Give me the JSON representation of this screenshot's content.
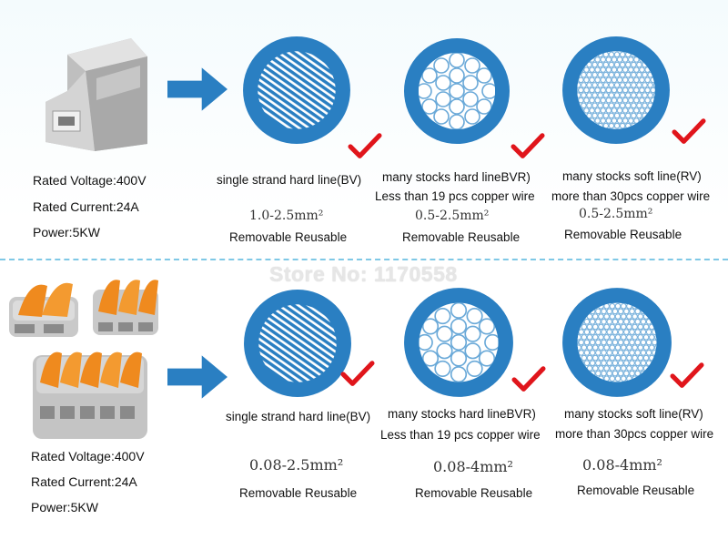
{
  "watermark": "Store No: 1170558",
  "top": {
    "specs": {
      "voltage": "Rated Voltage:400V",
      "current": "Rated Current:24A",
      "power": "Power:5KW"
    },
    "wires": [
      {
        "line1": "single strand hard line(BV)",
        "line2": "",
        "range": "1.0-2.5mm²",
        "usage": "Removable  Reusable"
      },
      {
        "line1": "many stocks hard lineBVR)",
        "line2": "Less than 19 pcs copper wire",
        "range": "0.5-2.5mm²",
        "usage": "Removable  Reusable"
      },
      {
        "line1": "many stocks soft line(RV)",
        "line2": "more than 30pcs copper wire",
        "range": "0.5-2.5mm²",
        "usage": "Removable  Reusable"
      }
    ]
  },
  "bottom": {
    "specs": {
      "voltage": "Rated Voltage:400V",
      "current": "Rated Current:24A",
      "power": "Power:5KW"
    },
    "wires": [
      {
        "line1": "single strand hard line(BV)",
        "line2": "",
        "range": "0.08-2.5mm²",
        "usage": "Removable  Reusable"
      },
      {
        "line1": "many stocks hard lineBVR)",
        "line2": "Less than 19 pcs copper wire",
        "range": "0.08-4mm²",
        "usage": "Removable  Reusable"
      },
      {
        "line1": "many stocks soft line(RV)",
        "line2": "more than 30pcs copper wire",
        "range": "0.08-4mm²",
        "usage": "Removable  Reusable"
      }
    ]
  },
  "icons": {
    "arrow": "arrow-right-icon",
    "check": "check-mark-icon"
  },
  "colors": {
    "ring": "#2a7fc2",
    "arrow": "#2a7fc2",
    "check": "#e0151b",
    "wire": "#ffffff",
    "orange": "#ef8a1e"
  }
}
